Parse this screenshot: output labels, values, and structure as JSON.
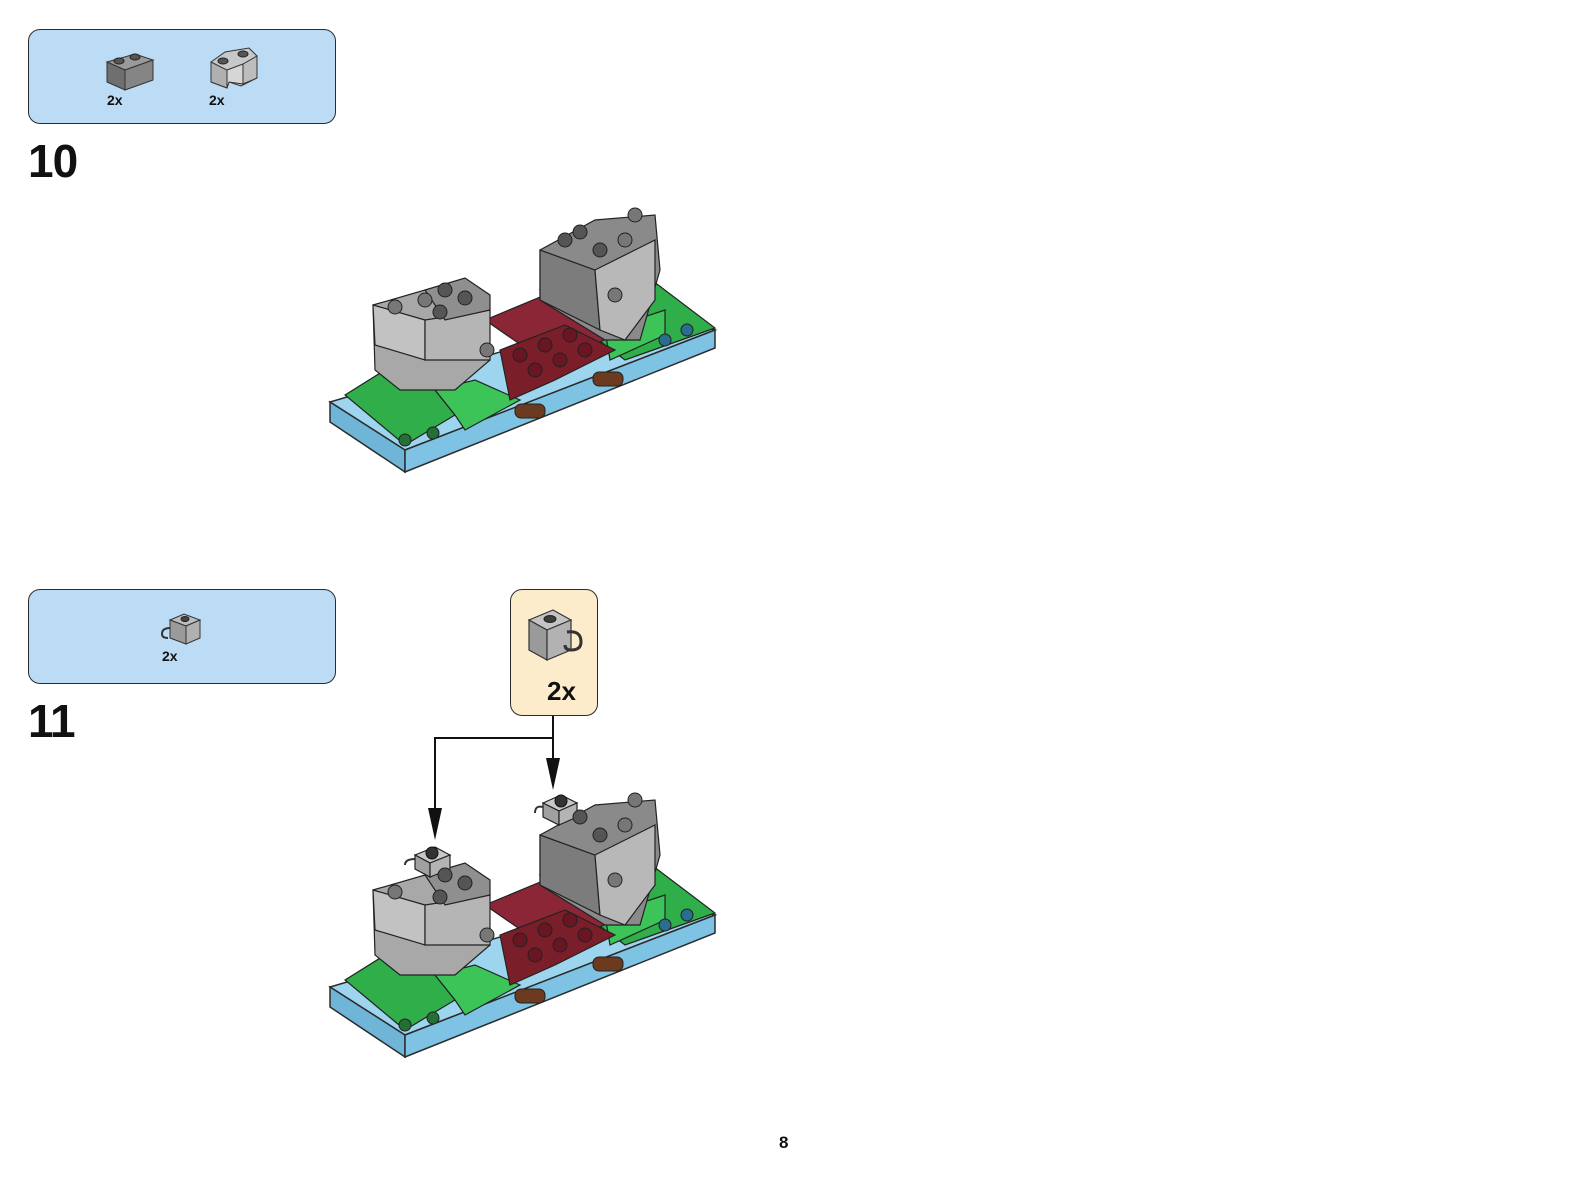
{
  "page": {
    "number": "8"
  },
  "steps": [
    {
      "number": "10",
      "parts": [
        {
          "icon": "dark-gray-brick-1x2-icon",
          "qty": "2x"
        },
        {
          "icon": "light-gray-rock-brick-icon",
          "qty": "2x"
        }
      ]
    },
    {
      "number": "11",
      "parts": [
        {
          "icon": "gray-brick-with-clip-icon",
          "qty": "2x"
        }
      ],
      "callout": {
        "icon": "gray-brick-with-clip-icon",
        "qty": "2x"
      }
    }
  ],
  "colors": {
    "parts_box": "#bcdcf5",
    "callout_box": "#fdeccc",
    "baseplate": "#7ec3e4",
    "green": "#2fae4a",
    "dark_red": "#7a1e2a",
    "light_gray": "#a8a8a8",
    "dark_gray": "#7c7c7c",
    "brown": "#6b3a1f"
  }
}
